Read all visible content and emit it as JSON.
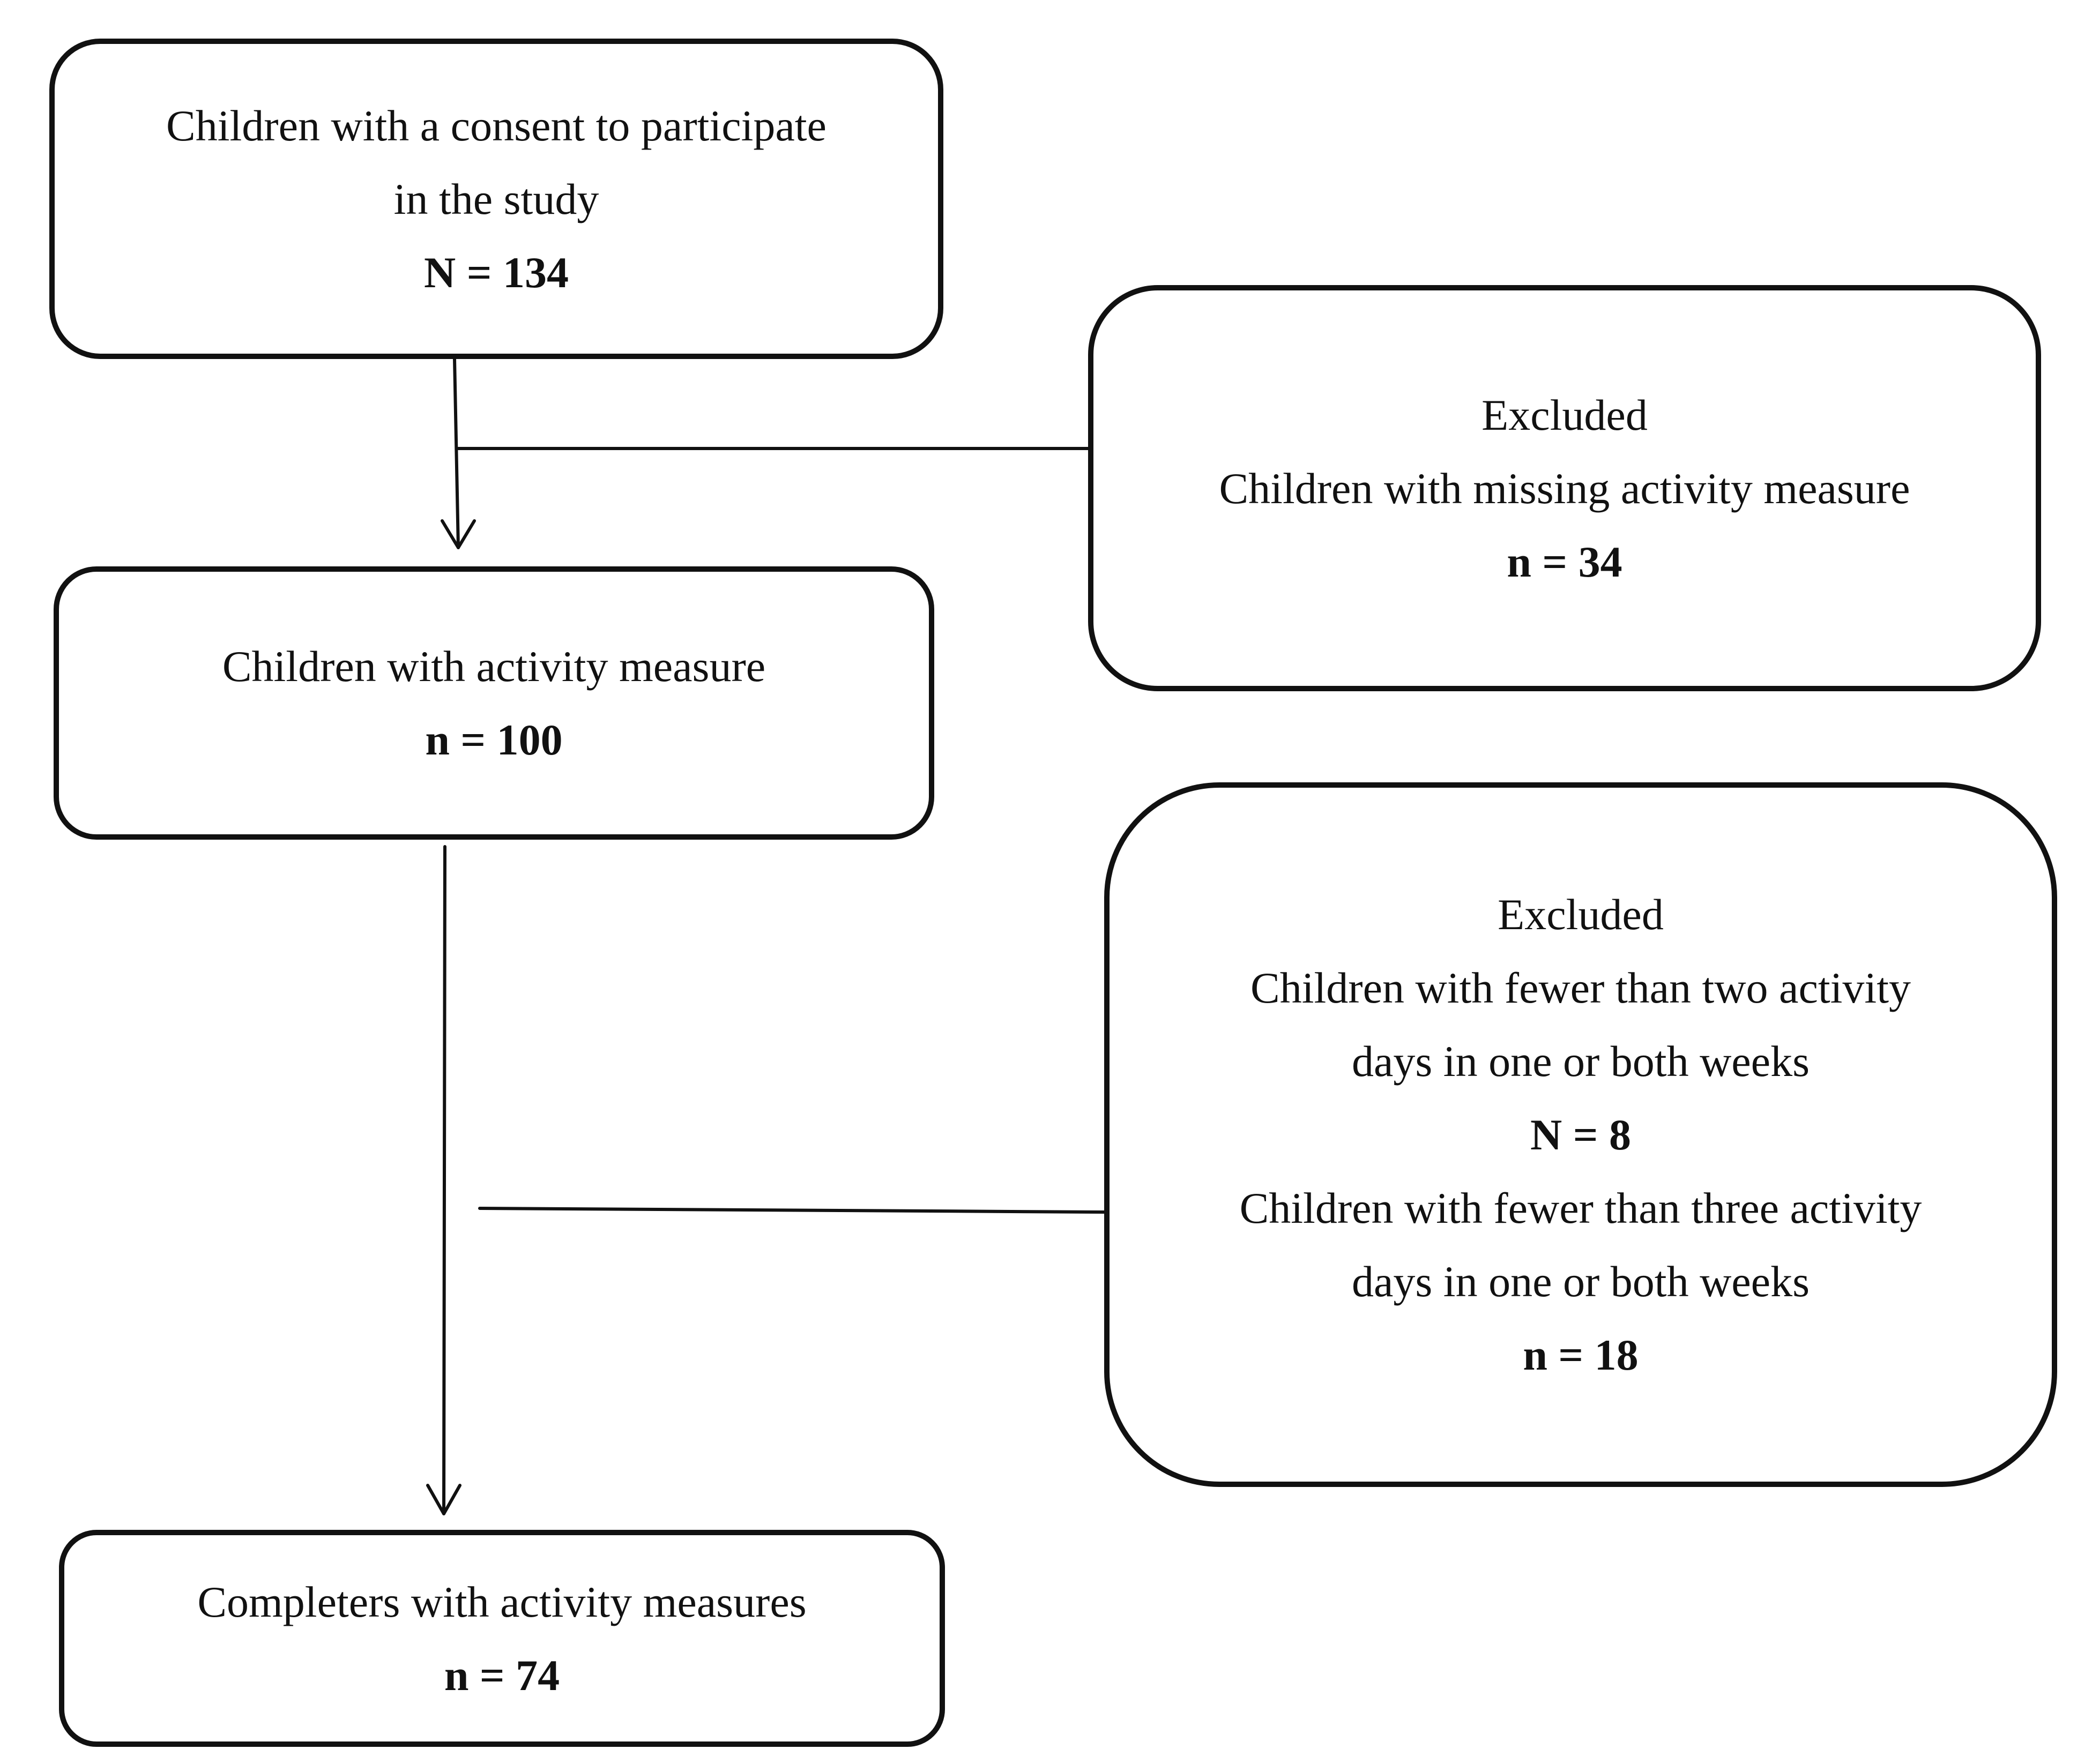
{
  "consent": {
    "line1": "Children with a consent to participate",
    "line2": "in the study",
    "count": "N = 134"
  },
  "excluded_missing": {
    "heading": "Excluded",
    "line1": "Children with missing activity measure",
    "count": "n = 34"
  },
  "activity": {
    "line1": "Children with activity measure",
    "count": "n = 100"
  },
  "excluded_days": {
    "heading": "Excluded",
    "line1": "Children with fewer than two activity",
    "line2": "days in one or both weeks",
    "count1": "N = 8",
    "line3": "Children with fewer than three activity",
    "line4": "days in one or both weeks",
    "count2": "n = 18"
  },
  "completers": {
    "line1": "Completers with activity measures",
    "count": "n = 74"
  }
}
